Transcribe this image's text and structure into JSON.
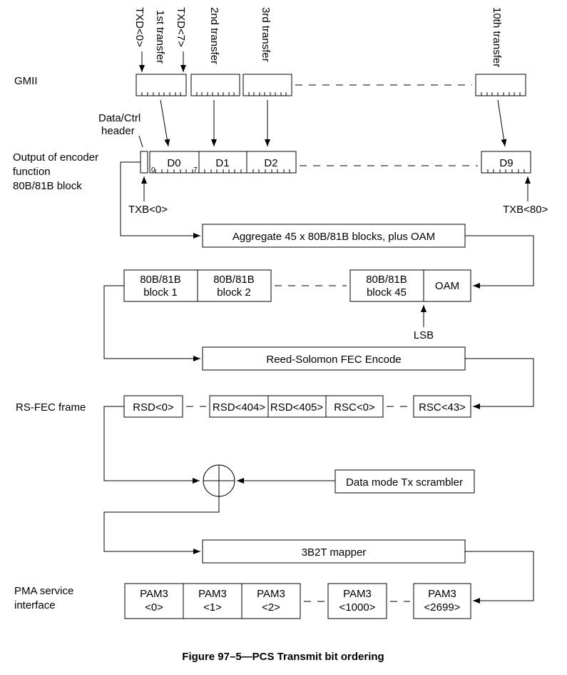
{
  "labels": {
    "gmii": "GMII",
    "data_ctrl_header": [
      "Data/Ctrl",
      "header"
    ],
    "encoder_output": [
      "Output of encoder",
      "function",
      "80B/81B block"
    ],
    "rs_fec_frame": "RS-FEC frame",
    "pma_service": [
      "PMA service",
      "interface"
    ],
    "txb0": "TXB<0>",
    "txb80": "TXB<80>",
    "lsb": "LSB",
    "bit0": "0",
    "bit7": "7"
  },
  "top_labels": [
    "TXD<0>",
    "1st transfer",
    "TXD<7>",
    "2nd transfer",
    "3rd transfer",
    "10th transfer"
  ],
  "encoder_blocks": [
    "D0",
    "D1",
    "D2",
    "D9"
  ],
  "aggregate_box": "Aggregate 45 x 80B/81B blocks, plus OAM",
  "blocks_row": [
    [
      "80B/81B",
      "block 1"
    ],
    [
      "80B/81B",
      "block 2"
    ],
    [
      "80B/81B",
      "block 45"
    ],
    [
      "OAM"
    ]
  ],
  "fec_box": "Reed-Solomon FEC Encode",
  "rs_fec_cells": [
    "RSD<0>",
    "RSD<404>",
    "RSD<405>",
    "RSC<0>",
    "RSC<43>"
  ],
  "scrambler_box": "Data mode Tx scrambler",
  "mapper_box": "3B2T mapper",
  "pam3_cells": [
    [
      "PAM3",
      "<0>"
    ],
    [
      "PAM3",
      "<1>"
    ],
    [
      "PAM3",
      "<2>"
    ],
    [
      "PAM3",
      "<1000>"
    ],
    [
      "PAM3",
      "<2699>"
    ]
  ],
  "caption": "Figure 97–5—PCS Transmit bit ordering"
}
